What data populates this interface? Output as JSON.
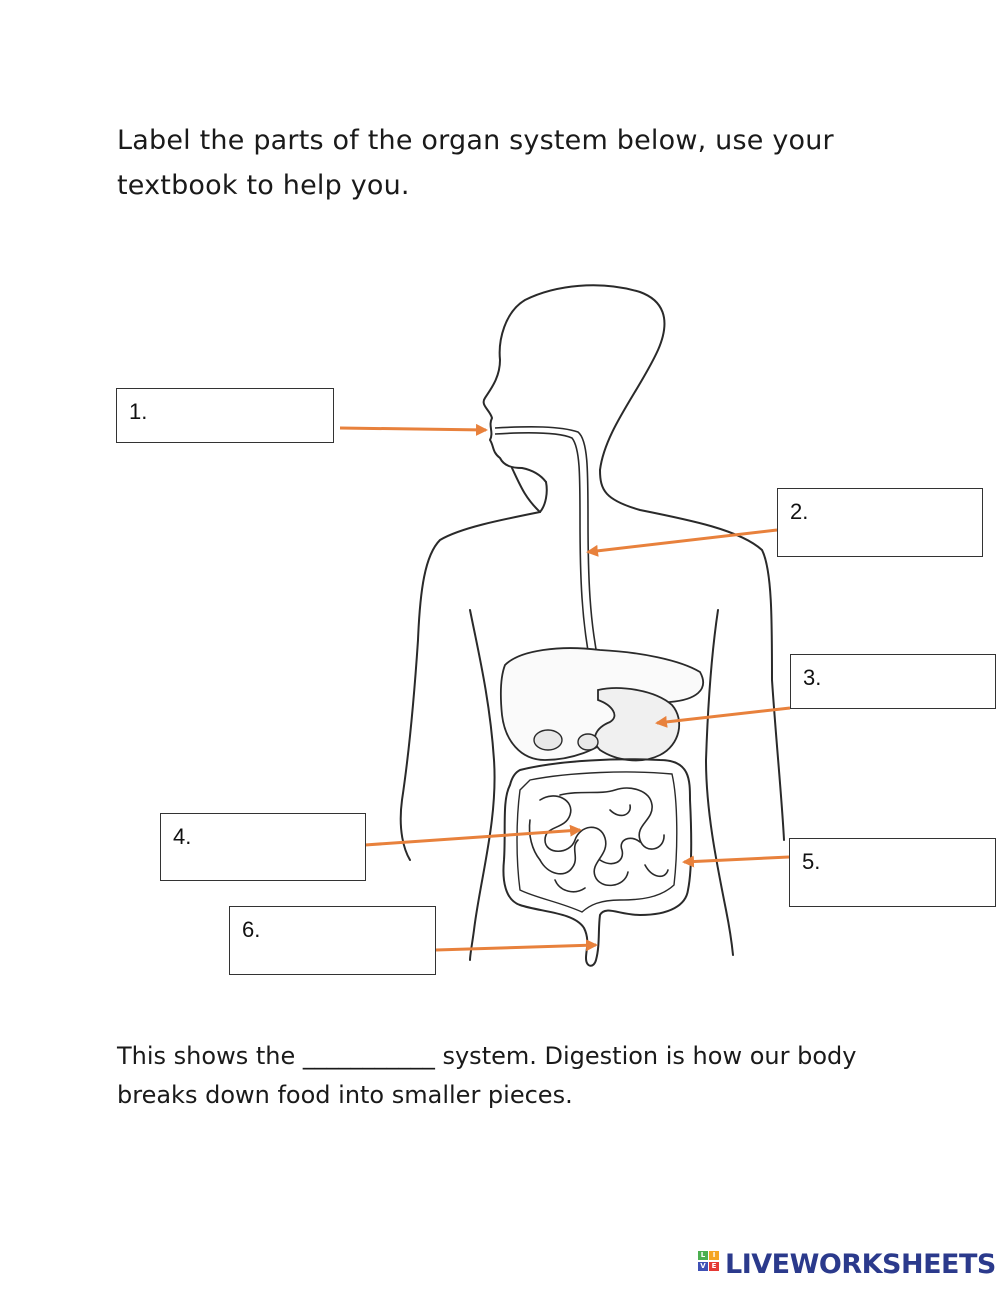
{
  "instructions": "Label the parts of the organ system below, use your textbook to help you.",
  "labels": [
    {
      "number": "1."
    },
    {
      "number": "2."
    },
    {
      "number": "3."
    },
    {
      "number": "4."
    },
    {
      "number": "5."
    },
    {
      "number": "6."
    }
  ],
  "footer": {
    "line": "This shows the ___________ system. Digestion is how our body breaks down food into smaller pieces."
  },
  "brand": {
    "name": "LIVEWORKSHEETS",
    "logo_letters": [
      "L",
      "I",
      "V",
      "E"
    ]
  },
  "colors": {
    "arrow": "#e8813c",
    "outline": "#2a2a2a",
    "brand": "#2b3a8c"
  },
  "icons": {
    "arrow": "arrow-icon",
    "logo": "liveworksheets-logo-icon"
  }
}
